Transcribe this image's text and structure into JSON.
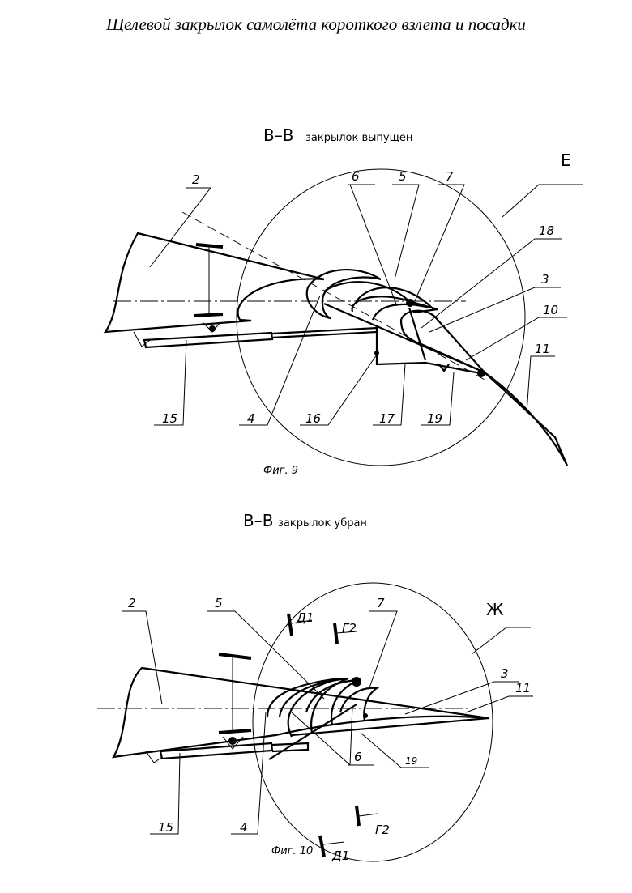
{
  "document": {
    "title": "Щелевой закрылок самолёта короткого взлета и посадки"
  },
  "fig9": {
    "section": "В–В",
    "caption": "закрылок выпущен",
    "figure_label": "Фиг. 9",
    "detail_label": "Е",
    "parts": [
      "2",
      "6",
      "5",
      "7",
      "18",
      "3",
      "10",
      "11",
      "15",
      "4",
      "16",
      "17",
      "19"
    ]
  },
  "fig10": {
    "section": "В–В",
    "caption": "закрылок убран",
    "figure_label": "Фиг. 10",
    "detail_label": "Ж",
    "parts": [
      "2",
      "5",
      "7",
      "3",
      "11",
      "6",
      "19",
      "15",
      "4"
    ],
    "section_marks": [
      "Д1",
      "Г2",
      "Г2",
      "Д1"
    ]
  }
}
